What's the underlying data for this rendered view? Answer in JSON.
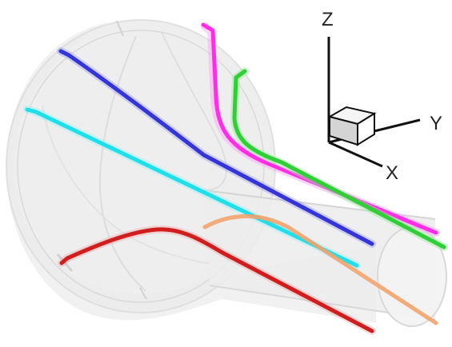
{
  "triad": {
    "z_label": "Z",
    "y_label": "Y",
    "x_label": "X"
  },
  "colors": {
    "background": "#ffffff",
    "shell_fill": "#e9e9e9",
    "shell_stroke": "#d7d7d7",
    "blue": "#3434d8",
    "cyan": "#1fe0ea",
    "red": "#d01e1e",
    "magenta": "#ff2de6",
    "green": "#2fcf35",
    "orange": "#f2a36c"
  },
  "icons": {
    "triad": "coordinate-axes-triad",
    "cube": "view-cube"
  }
}
